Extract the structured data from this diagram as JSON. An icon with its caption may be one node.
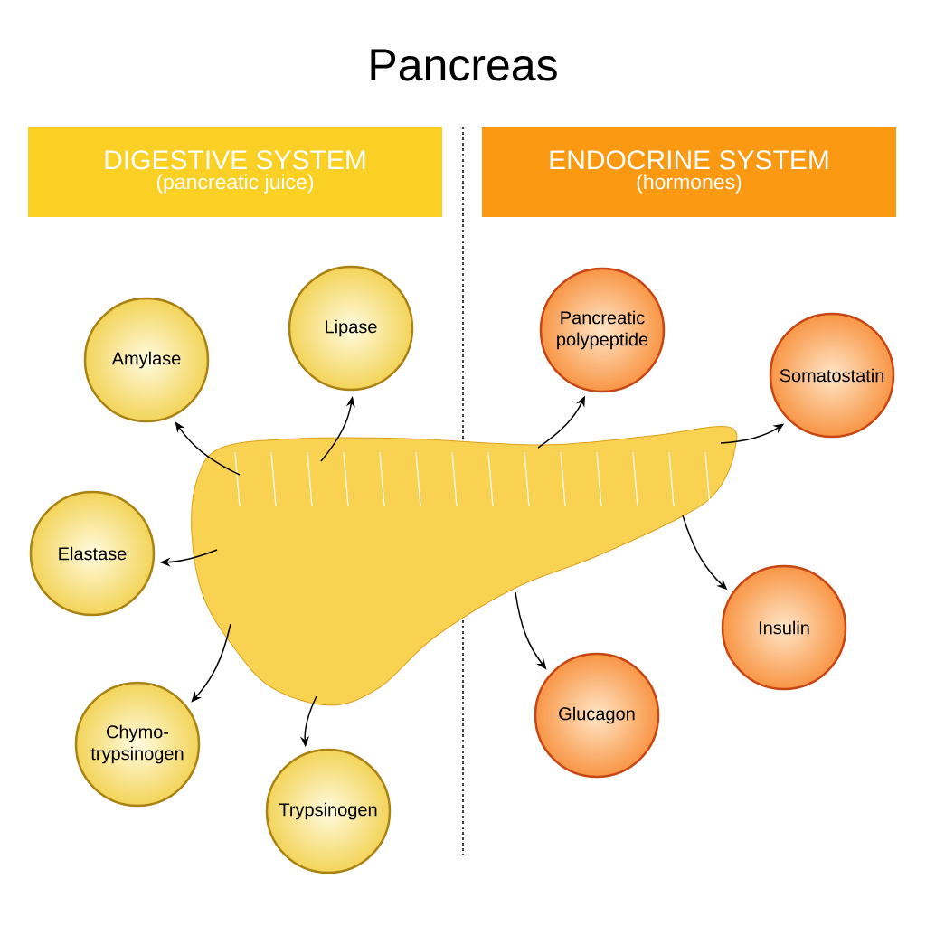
{
  "diagram": {
    "title": "Pancreas",
    "nodes": [
      {
        "text": [
          "DIGESTIVE SYSTEM",
          "(pancreatic juice)"
        ]
      },
      {
        "text": [
          "ENDOCRINE SYSTEM",
          "(hormones)"
        ]
      },
      {
        "text": [],
        "shape": "picture"
      },
      {
        "text": [
          "Amylase"
        ]
      },
      {
        "text": [
          "Lipase"
        ]
      },
      {
        "text": [
          "Elastase"
        ]
      },
      {
        "text": [
          "Chymo-trypsinogen"
        ]
      },
      {
        "text": [
          "Trypsinogen"
        ]
      },
      {
        "text": [
          "Pancreatic polypeptide"
        ]
      },
      {
        "text": [
          "Somatostatin"
        ]
      },
      {
        "text": [
          "Insulin"
        ]
      },
      {
        "text": [
          "Glucagon"
        ]
      }
    ],
    "edges": [
      {
        "from": 2,
        "to": 3,
        "arrow": "to"
      },
      {
        "from": 2,
        "to": 4,
        "arrow": "to"
      },
      {
        "from": 2,
        "to": 5,
        "arrow": "to"
      },
      {
        "from": 2,
        "to": 6,
        "arrow": "to"
      },
      {
        "from": 2,
        "to": 7,
        "arrow": "to"
      },
      {
        "from": 2,
        "to": 8,
        "arrow": "to"
      },
      {
        "from": 2,
        "to": 9,
        "arrow": "to"
      },
      {
        "from": 2,
        "to": 10,
        "arrow": "to"
      },
      {
        "from": 2,
        "to": 11,
        "arrow": "to"
      }
    ]
  }
}
